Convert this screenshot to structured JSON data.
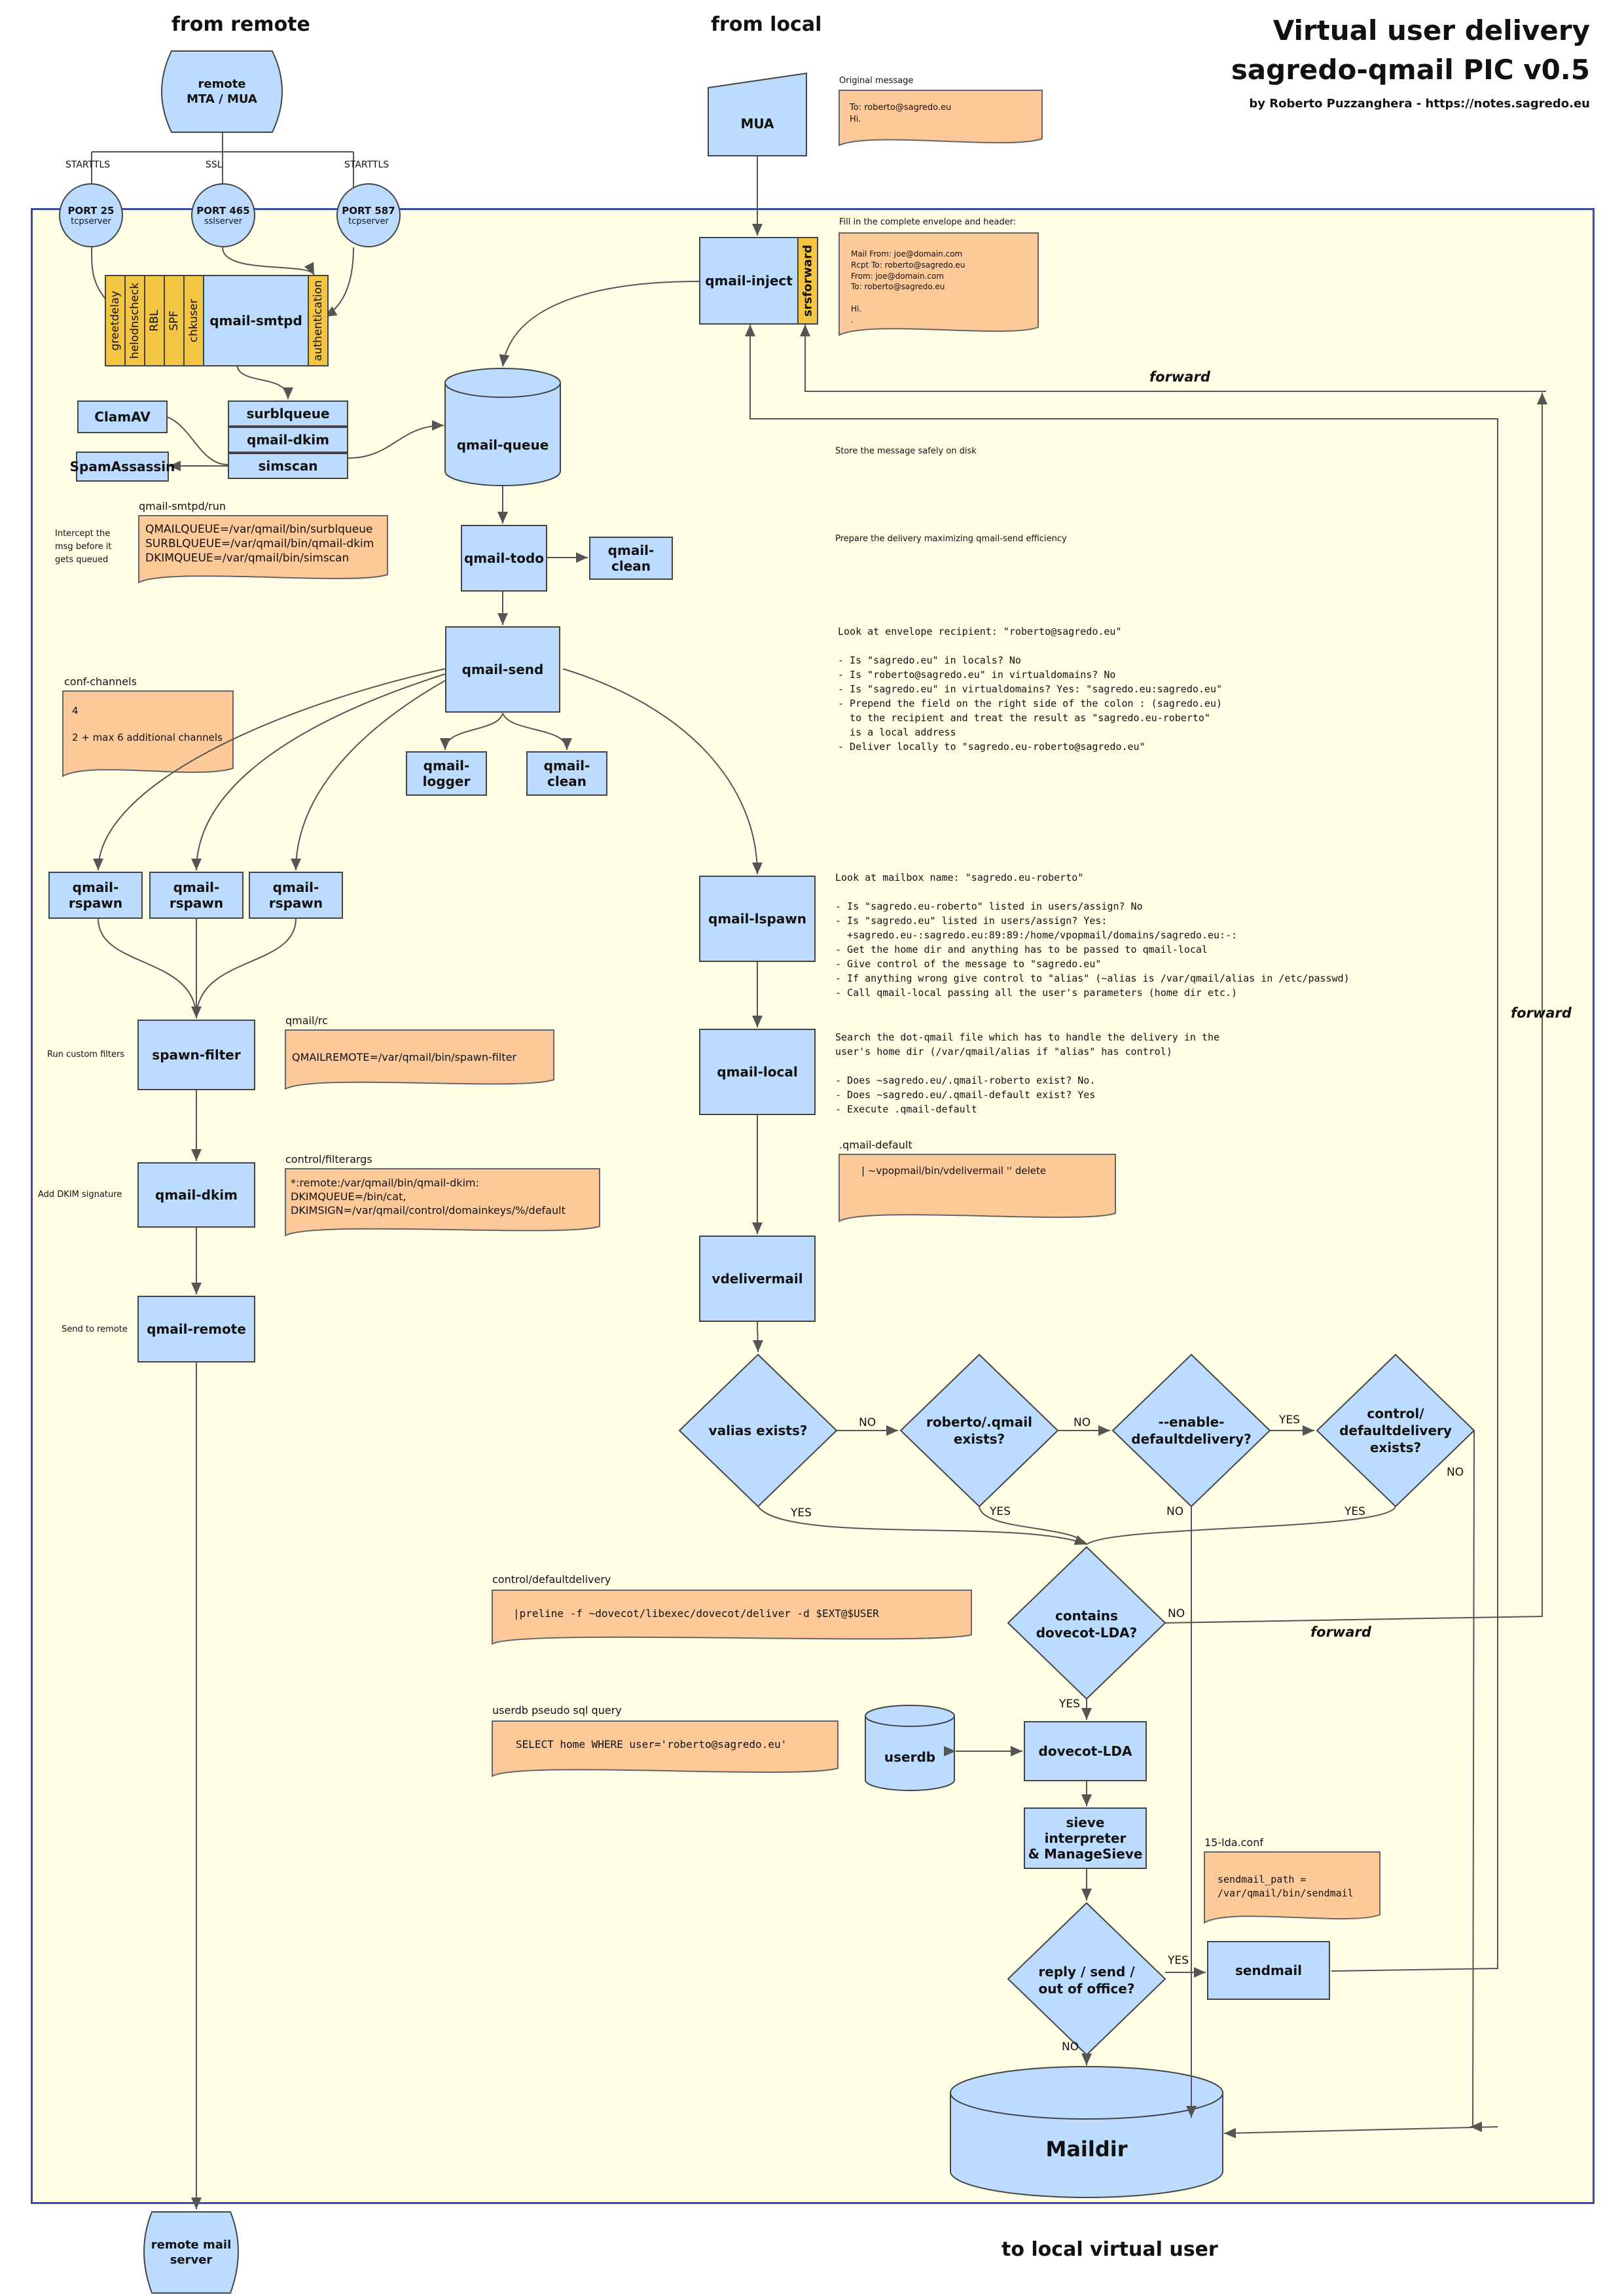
{
  "title": {
    "line1": "Virtual user delivery",
    "line2": "sagredo-qmail PIC v0.5",
    "byline": "by Roberto Puzzanghera - https://notes.sagredo.eu"
  },
  "headings": {
    "from_remote": "from remote",
    "from_local": "from local",
    "to_local": "to local virtual user"
  },
  "nodes": {
    "remote_mta": "remote\nMTA / MUA",
    "mua": "MUA",
    "remote_server": "remote mail\nserver",
    "qmail_inject": "qmail-inject",
    "srsforward": "srsforward",
    "qmail_smtpd": "qmail-smtpd",
    "authentication": "authentication",
    "surblqueue": "surblqueue",
    "qmail_dkim_filter": "qmail-dkim",
    "simscan": "simscan",
    "clamav": "ClamAV",
    "spamassassin": "SpamAssassin",
    "qmail_queue": "qmail-queue",
    "qmail_todo": "qmail-todo",
    "qmail_clean_1": "qmail-\nclean",
    "qmail_send": "qmail-send",
    "qmail_logger": "qmail-\nlogger",
    "qmail_clean_2": "qmail-\nclean",
    "rspawn_1": "qmail-rspawn",
    "rspawn_2": "qmail-rspawn",
    "rspawn_3": "qmail-rspawn",
    "spawn_filter": "spawn-filter",
    "qmail_dkim": "qmail-dkim",
    "qmail_remote": "qmail-remote",
    "qmail_lspawn": "qmail-lspawn",
    "qmail_local": "qmail-local",
    "vdelivermail": "vdelivermail",
    "dovecot_lda": "dovecot-LDA",
    "userdb": "userdb",
    "sieve": "sieve interpreter\n& ManageSieve",
    "sendmail": "sendmail",
    "maildir": "Maildir"
  },
  "smtpd_checks": [
    "greetdelay",
    "helodnscheck",
    "RBL",
    "SPF",
    "chkuser"
  ],
  "ports": [
    {
      "label": "PORT 25",
      "sub": "tcpserver",
      "proto": "STARTTLS"
    },
    {
      "label": "PORT 465",
      "sub": "sslserver",
      "proto": "SSL"
    },
    {
      "label": "PORT 587",
      "sub": "tcpserver",
      "proto": "STARTTLS"
    }
  ],
  "decisions": {
    "valias": "valias exists?",
    "roberto_qmail": "roberto/.qmail\nexists?",
    "enable_default": "--enable-\ndefaultdelivery?",
    "control_default": "control/\ndefaultdelivery\nexists?",
    "contains_lda": "contains\ndovecot-LDA?",
    "reply": "reply / send /\nout of office?"
  },
  "edge_labels": {
    "no1": "NO",
    "no2": "NO",
    "yes3": "YES",
    "no4": "NO",
    "yes_v": "YES",
    "yes_r": "YES",
    "no_e": "NO",
    "yes_c": "YES",
    "no_lda": "NO",
    "yes_lda": "YES",
    "yes_reply": "YES",
    "no_reply": "NO"
  },
  "forward_labels": {
    "f1": "forward",
    "f2": "forward",
    "f3": "forward"
  },
  "captions": {
    "original_message": "Original message",
    "fill_envelope": "Fill in the complete envelope and header:",
    "store_disk": "Store the message safely on disk",
    "prepare_delivery": "Prepare the delivery maximizing qmail-send efficiency",
    "smtpd_run": "qmail-smtpd/run",
    "intercept": "Intercept the\nmsg before it\ngets queued",
    "conf_channels": "conf-channels",
    "qmail_rc": "qmail/rc",
    "run_filters": "Run custom filters",
    "filterargs": "control/filterargs",
    "add_dkim": "Add DKIM signature",
    "send_remote": "Send to remote",
    "qmail_default_cap": ".qmail-default",
    "ctrl_default_cap": "control/defaultdelivery",
    "userdb_cap": "userdb pseudo sql query",
    "lda_conf": "15-lda.conf"
  },
  "notes": {
    "original_message": "To: roberto@sagredo.eu\nHi.",
    "full_envelope": "Mail From: joe@domain.com\nRcpt To: roberto@sagredo.eu\nFrom: joe@domain.com\nTo: roberto@sagredo.eu\n\nHi.\n.",
    "smtpd_run": "QMAILQUEUE=/var/qmail/bin/surblqueue\nSURBLQUEUE=/var/qmail/bin/qmail-dkim\nDKIMQUEUE=/var/qmail/bin/simscan",
    "conf_channels": "4\n\n2 + max 6 additional channels",
    "qmail_rc": "QMAILREMOTE=/var/qmail/bin/spawn-filter",
    "filterargs": "*:remote:/var/qmail/bin/qmail-dkim:\nDKIMQUEUE=/bin/cat,\nDKIMSIGN=/var/qmail/control/domainkeys/%/default",
    "qmail_default": "| ~vpopmail/bin/vdelivermail '' delete",
    "ctrl_default": "|preline -f ~dovecot/libexec/dovecot/deliver -d $EXT@$USER",
    "userdb_query": "SELECT home WHERE user='roberto@sagredo.eu'",
    "lda_conf": "sendmail_path =\n/var/qmail/bin/sendmail"
  },
  "explanations": {
    "send": "Look at envelope recipient: \"roberto@sagredo.eu\"\n\n- Is \"sagredo.eu\" in locals? No\n- Is \"roberto@sagredo.eu\" in virtualdomains? No\n- Is \"sagredo.eu\" in virtualdomains? Yes: \"sagredo.eu:sagredo.eu\"\n- Prepend the field on the right side of the colon : (sagredo.eu)\n  to the recipient and treat the result as \"sagredo.eu-roberto\"\n  is a local address\n- Deliver locally to \"sagredo.eu-roberto@sagredo.eu\"",
    "lspawn": "Look at mailbox name: \"sagredo.eu-roberto\"\n\n- Is \"sagredo.eu-roberto\" listed in users/assign? No\n- Is \"sagredo.eu\" listed in users/assign? Yes:\n  +sagredo.eu-:sagredo.eu:89:89:/home/vpopmail/domains/sagredo.eu:-:\n- Get the home dir and anything has to be passed to qmail-local\n- Give control of the message to \"sagredo.eu\"\n- If anything wrong give control to \"alias\" (~alias is /var/qmail/alias in /etc/passwd)\n- Call qmail-local passing all the user's parameters (home dir etc.)",
    "local": "Search the dot-qmail file which has to handle the delivery in the\nuser's home dir (/var/qmail/alias if \"alias\" has control)\n\n- Does ~sagredo.eu/.qmail-roberto exist? No.\n- Does ~sagredo.eu/.qmail-default exist? Yes\n- Execute .qmail-default"
  },
  "colors": {
    "node": "#bcdcff",
    "note": "#fdc999",
    "tab": "#f4c542",
    "zone": "#ffffe6",
    "zone_border": "#3a4aa8",
    "edge": "#555555"
  }
}
